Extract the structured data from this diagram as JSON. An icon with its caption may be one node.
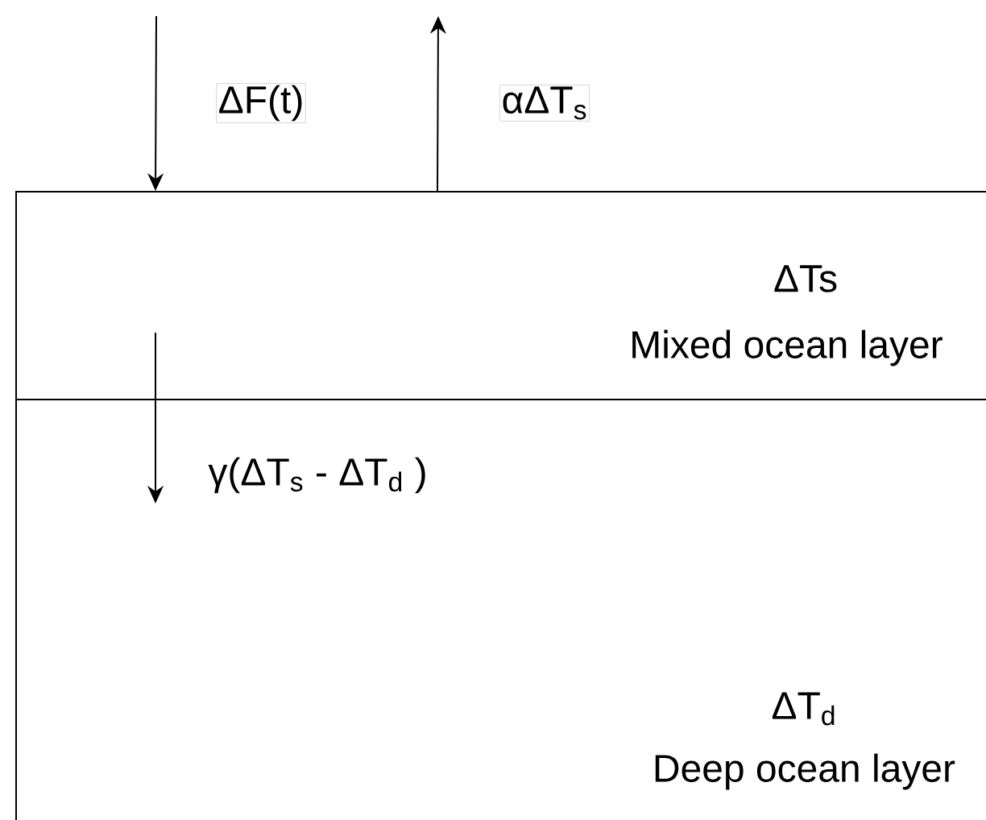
{
  "diagram": {
    "nodes": [
      {
        "text": [
          "ΔTs",
          "Mixed ocean layer"
        ]
      },
      {
        "text": [
          "ΔT$_{d}$",
          "Deep ocean layer"
        ]
      }
    ],
    "edges": [
      {
        "from": null,
        "to": 0,
        "arrow": "to",
        "label": "ΔF(t)"
      },
      {
        "from": 0,
        "to": null,
        "arrow": "to",
        "label": "αΔT$_{s}$"
      },
      {
        "from": 0,
        "to": 1,
        "arrow": "to",
        "label": "γ(ΔT$_{s}$ - ΔT$_{d}$ )"
      }
    ]
  }
}
